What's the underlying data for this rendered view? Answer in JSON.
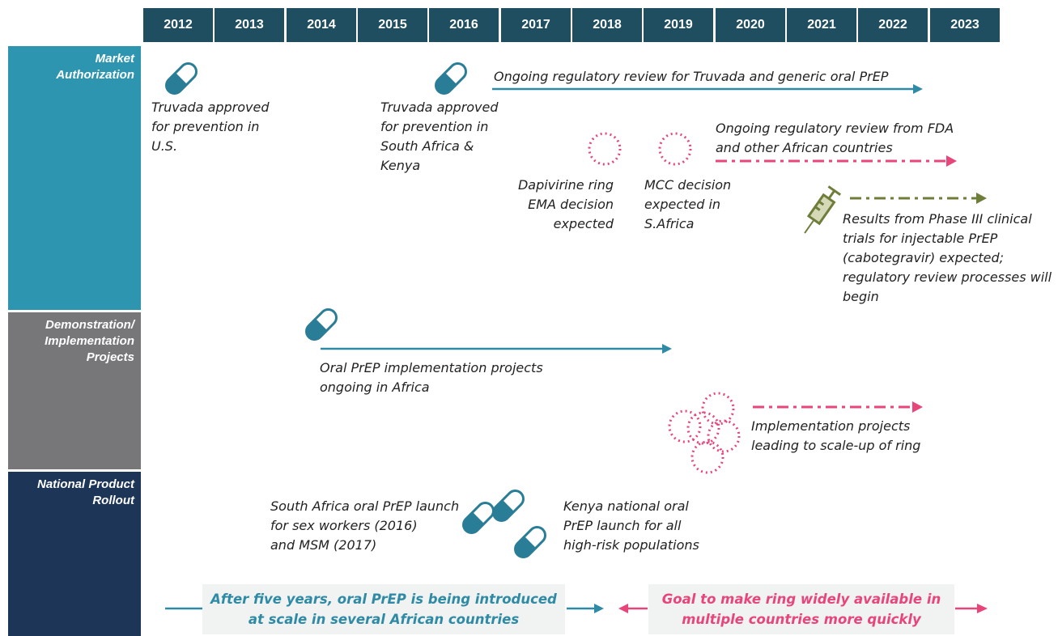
{
  "years": [
    "2012",
    "2013",
    "2014",
    "2015",
    "2016",
    "2017",
    "2018",
    "2019",
    "2020",
    "2021",
    "2022",
    "2023"
  ],
  "rows": {
    "market": "Market\nAuthorization",
    "demo": "Demonstration/\nImplementation\nProjects",
    "national": "National Product\nRollout"
  },
  "colors": {
    "header": "#1e4e5f",
    "market": "#2e95b0",
    "demo": "#77777a",
    "national": "#1d3557",
    "teal": "#2e8aa5",
    "pink": "#e8457a",
    "olive": "#6f7d3a"
  },
  "annotations": {
    "truvada_us": "Truvada approved\nfor prevention in\nU.S.",
    "truvada_sa": "Truvada approved\nfor prevention in\nSouth Africa &\nKenya",
    "ongoing_truvada": "Ongoing regulatory review for Truvada and generic oral PrEP",
    "ongoing_fda": "Ongoing regulatory review from FDA\nand other African countries",
    "dapivirine": "Dapivirine ring\nEMA decision\nexpected",
    "mcc": "MCC decision\nexpected in\nS.Africa",
    "phase3": "Results from Phase III clinical\ntrials for injectable PrEP\n(cabotegravir) expected;\nregulatory review processes will\nbegin",
    "oral_impl": "Oral PrEP implementation projects\nongoing in Africa",
    "ring_impl": "Implementation projects\nleading to scale-up of  ring",
    "sa_launch": "South Africa oral PrEP launch\nfor sex workers (2016)\nand MSM (2017)",
    "kenya_launch": "Kenya national oral\nPrEP launch for all\nhigh-risk populations"
  },
  "callouts": {
    "oral": "After five years, oral PrEP is being introduced\nat scale in several African countries",
    "ring": "Goal to make ring widely available in\nmultiple countries more quickly"
  },
  "icons": [
    "pill-icon",
    "ring-icon",
    "syringe-icon"
  ]
}
